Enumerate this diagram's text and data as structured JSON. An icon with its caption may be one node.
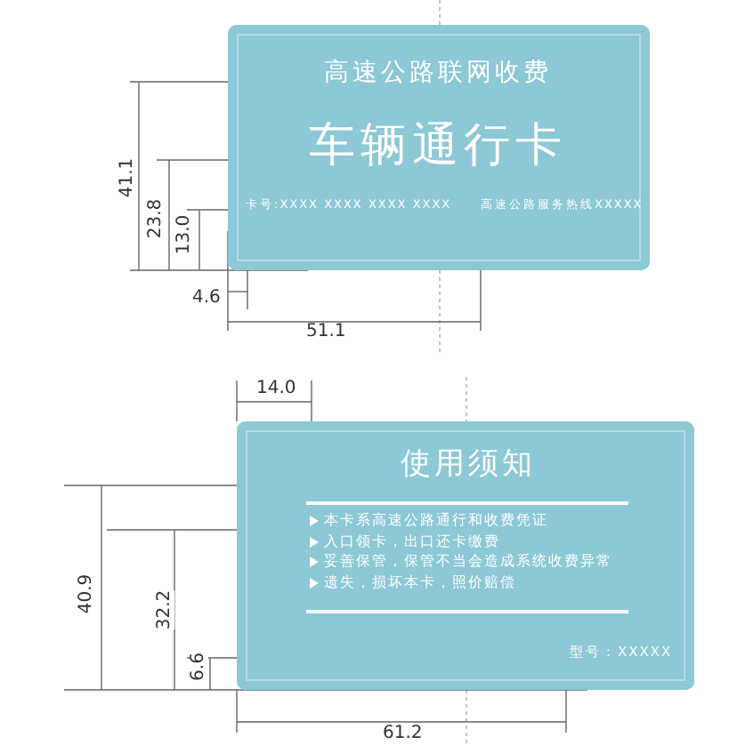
{
  "diagram": {
    "nodes": [
      {
        "text": [
          "高速公路联网收费",
          "车辆通行卡",
          "卡号:XXXX XXXX XXXX XXXX",
          "高速公路服务热线XXXXX"
        ]
      },
      {
        "text": [
          "使用须知",
          "本卡系高速公路通行和收费凭证",
          "入口领卡，出口还卡缴费",
          "妥善保管，保管不当会造成系统收费异常",
          "遗失，损坏本卡，照价赔偿",
          "型号：XXXXX"
        ]
      }
    ],
    "labels": [
      "41.1",
      "23.8",
      "13.0",
      "4.6",
      "51.1",
      "14.0",
      "40.9",
      "32.2",
      "6.6",
      "61.2"
    ]
  }
}
